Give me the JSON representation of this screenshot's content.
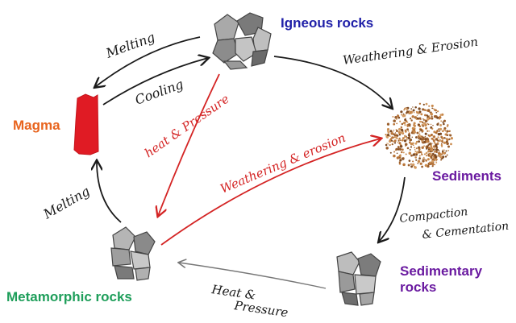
{
  "nodes": {
    "igneous": {
      "label": "Igneous rocks",
      "color": "#1f1fa8"
    },
    "sediments": {
      "label": "Sediments",
      "color": "#6a1aa0"
    },
    "sedimentary": {
      "line1": "Sedimentary",
      "line2": "rocks",
      "color": "#6a1aa0"
    },
    "metamorphic": {
      "label": "Metamorphic rocks",
      "color": "#1e9e5a"
    },
    "magma": {
      "label": "Magma",
      "color": "#e8641e"
    }
  },
  "processes": {
    "melting_top": "Melting",
    "cooling": "Cooling",
    "weathering_top": "Weathering & Erosion",
    "heat_pressure_red": "heat & Pressure",
    "weathering_red": "Weathering & erosion",
    "compaction_line1": "Compaction",
    "compaction_line2": "& Cementation",
    "heat_pressure_bottom_1": "Heat &",
    "heat_pressure_bottom_2": "Pressure",
    "melting_left": "Melting"
  },
  "colors": {
    "ink": "#1a1a1a",
    "red_ink": "#d42424",
    "magma_fill": "#e01b24",
    "rock_light": "#b9b9b9",
    "rock_dark": "#6e6e6e",
    "sediment": "#b8753a"
  }
}
